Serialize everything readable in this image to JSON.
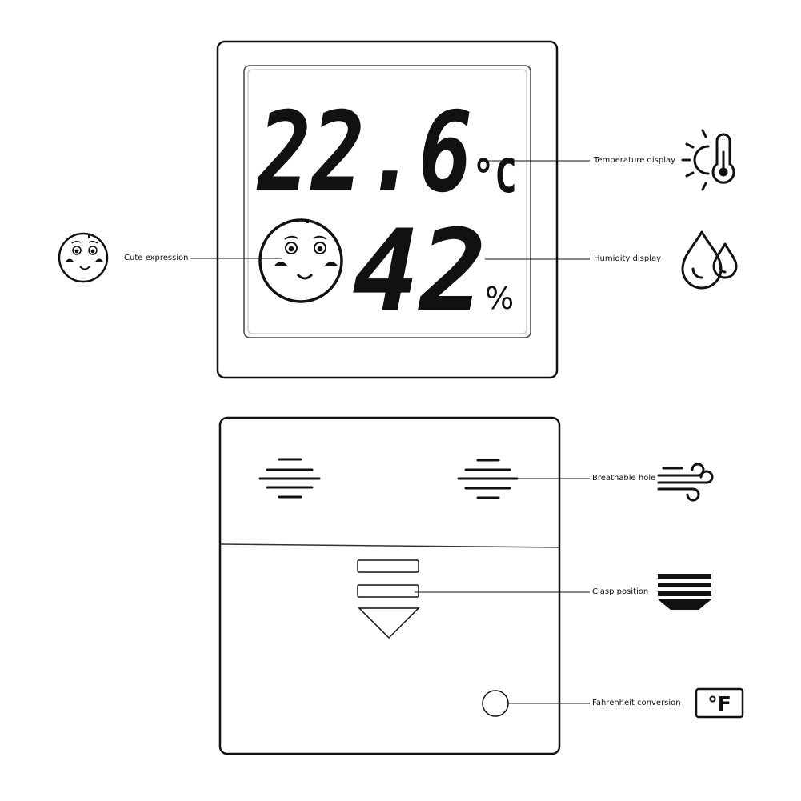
{
  "front": {
    "temperature": {
      "digits": "22.6",
      "unit": "°C"
    },
    "humidity": {
      "digits": "42",
      "unit": "%"
    }
  },
  "callouts": {
    "temperature_display": "Temperature display",
    "humidity_display": "Humidity display",
    "cute_expression": "Cute expression",
    "breathable_hole": "Breathable hole",
    "clasp_position": "Clasp position",
    "fahrenheit_conversion": "Fahrenheit conversion"
  },
  "icons": {
    "temperature": "sun-thermometer-icon",
    "humidity": "water-drops-icon",
    "expression": "smiley-face-icon",
    "breathable": "wind-icon",
    "clasp": "stacked-arrow-down-icon",
    "fahrenheit": "fahrenheit-icon",
    "fahrenheit_text": "°F"
  },
  "colors": {
    "stroke": "#111111",
    "background": "#ffffff"
  }
}
